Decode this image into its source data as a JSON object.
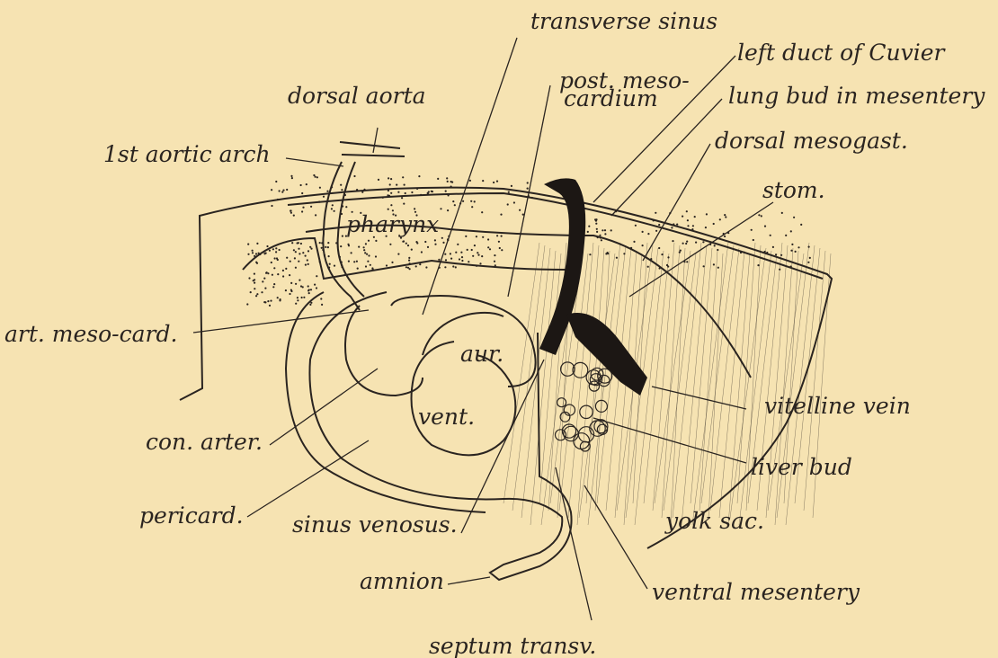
{
  "labels": {
    "transverse_sinus": "transverse sinus",
    "left_duct_of_cuvier": "left duct of Cuvier",
    "post_mesocardium_1": "post. meso-",
    "post_mesocardium_2": "cardium",
    "dorsal_aorta": "dorsal aorta",
    "lung_bud": "lung bud in mesentery",
    "first_aortic_arch": "1st aortic arch",
    "dorsal_mesogast": "dorsal mesogast.",
    "stom": "stom.",
    "pharynx": "pharynx",
    "art_meso_card": "art. meso-card.",
    "aur": "aur.",
    "vent": "vent.",
    "vitelline_vein": "vitelline vein",
    "con_arter": "con. arter.",
    "liver_bud": "liver bud",
    "pericard": "pericard.",
    "sinus_venosus": "sinus venosus.",
    "yolk_sac": "yolk sac.",
    "amnion": "amnion",
    "ventral_mesentery": "ventral mesentery",
    "septum_transv": "septum transv."
  },
  "colors": {
    "paper": "#f6e3b2",
    "ink": "#2a2420"
  }
}
